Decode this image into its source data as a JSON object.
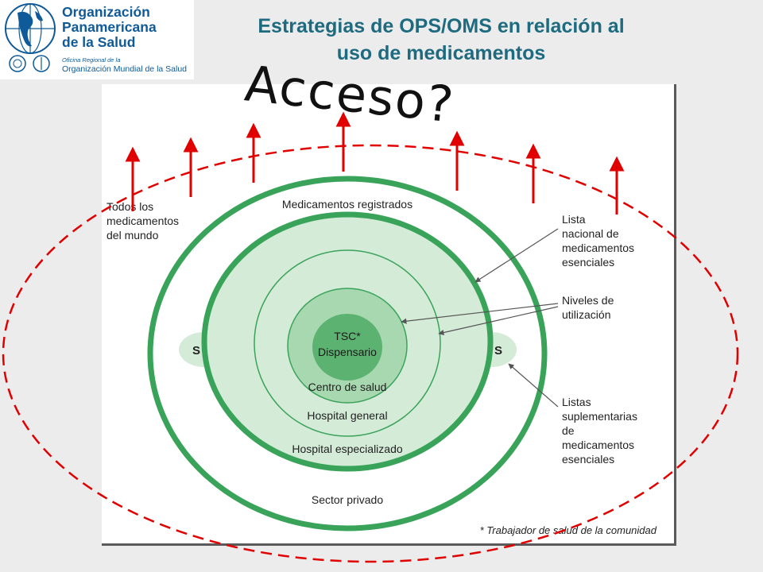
{
  "header": {
    "title_line1": "Estrategias de OPS/OMS en relación al",
    "title_line2": "uso de medicamentos"
  },
  "logo": {
    "org_line1": "Organización",
    "org_line2": "Panamericana",
    "org_line3": "de la Salud",
    "sub_line1": "Oficina Regional de la",
    "sub_line2": "Organización Mundial de la Salud"
  },
  "annotation": {
    "acceso": "Acceso?"
  },
  "diagram": {
    "outer_label_lines": [
      "Todos los",
      "medicamentos",
      "del mundo"
    ],
    "ring_registrados": "Medicamentos registrados",
    "center_lines": [
      "TSC*",
      "Dispensario"
    ],
    "ring_centro": "Centro de salud",
    "ring_hospital_general": "Hospital general",
    "ring_hospital_especializado": "Hospital especializado",
    "ring_sector_privado": "Sector privado",
    "side_s_left": "S",
    "side_s_right": "S",
    "callout_lista": [
      "Lista",
      "nacional de",
      "medicamentos",
      "esenciales"
    ],
    "callout_niveles": [
      "Niveles de",
      "utilización"
    ],
    "callout_suplementarias": [
      "Listas",
      "suplementarias",
      "de",
      "medicamentos",
      "esenciales"
    ],
    "footnote": "* Trabajador de salud de la comunidad"
  },
  "colors": {
    "ring_dark": "#3aa35a",
    "ring_mid": "#a8d8b0",
    "ring_light": "#d3ebd7",
    "arrow_red": "#e00000",
    "title_teal": "#1e6b80",
    "logo_blue": "#0f5a98"
  }
}
